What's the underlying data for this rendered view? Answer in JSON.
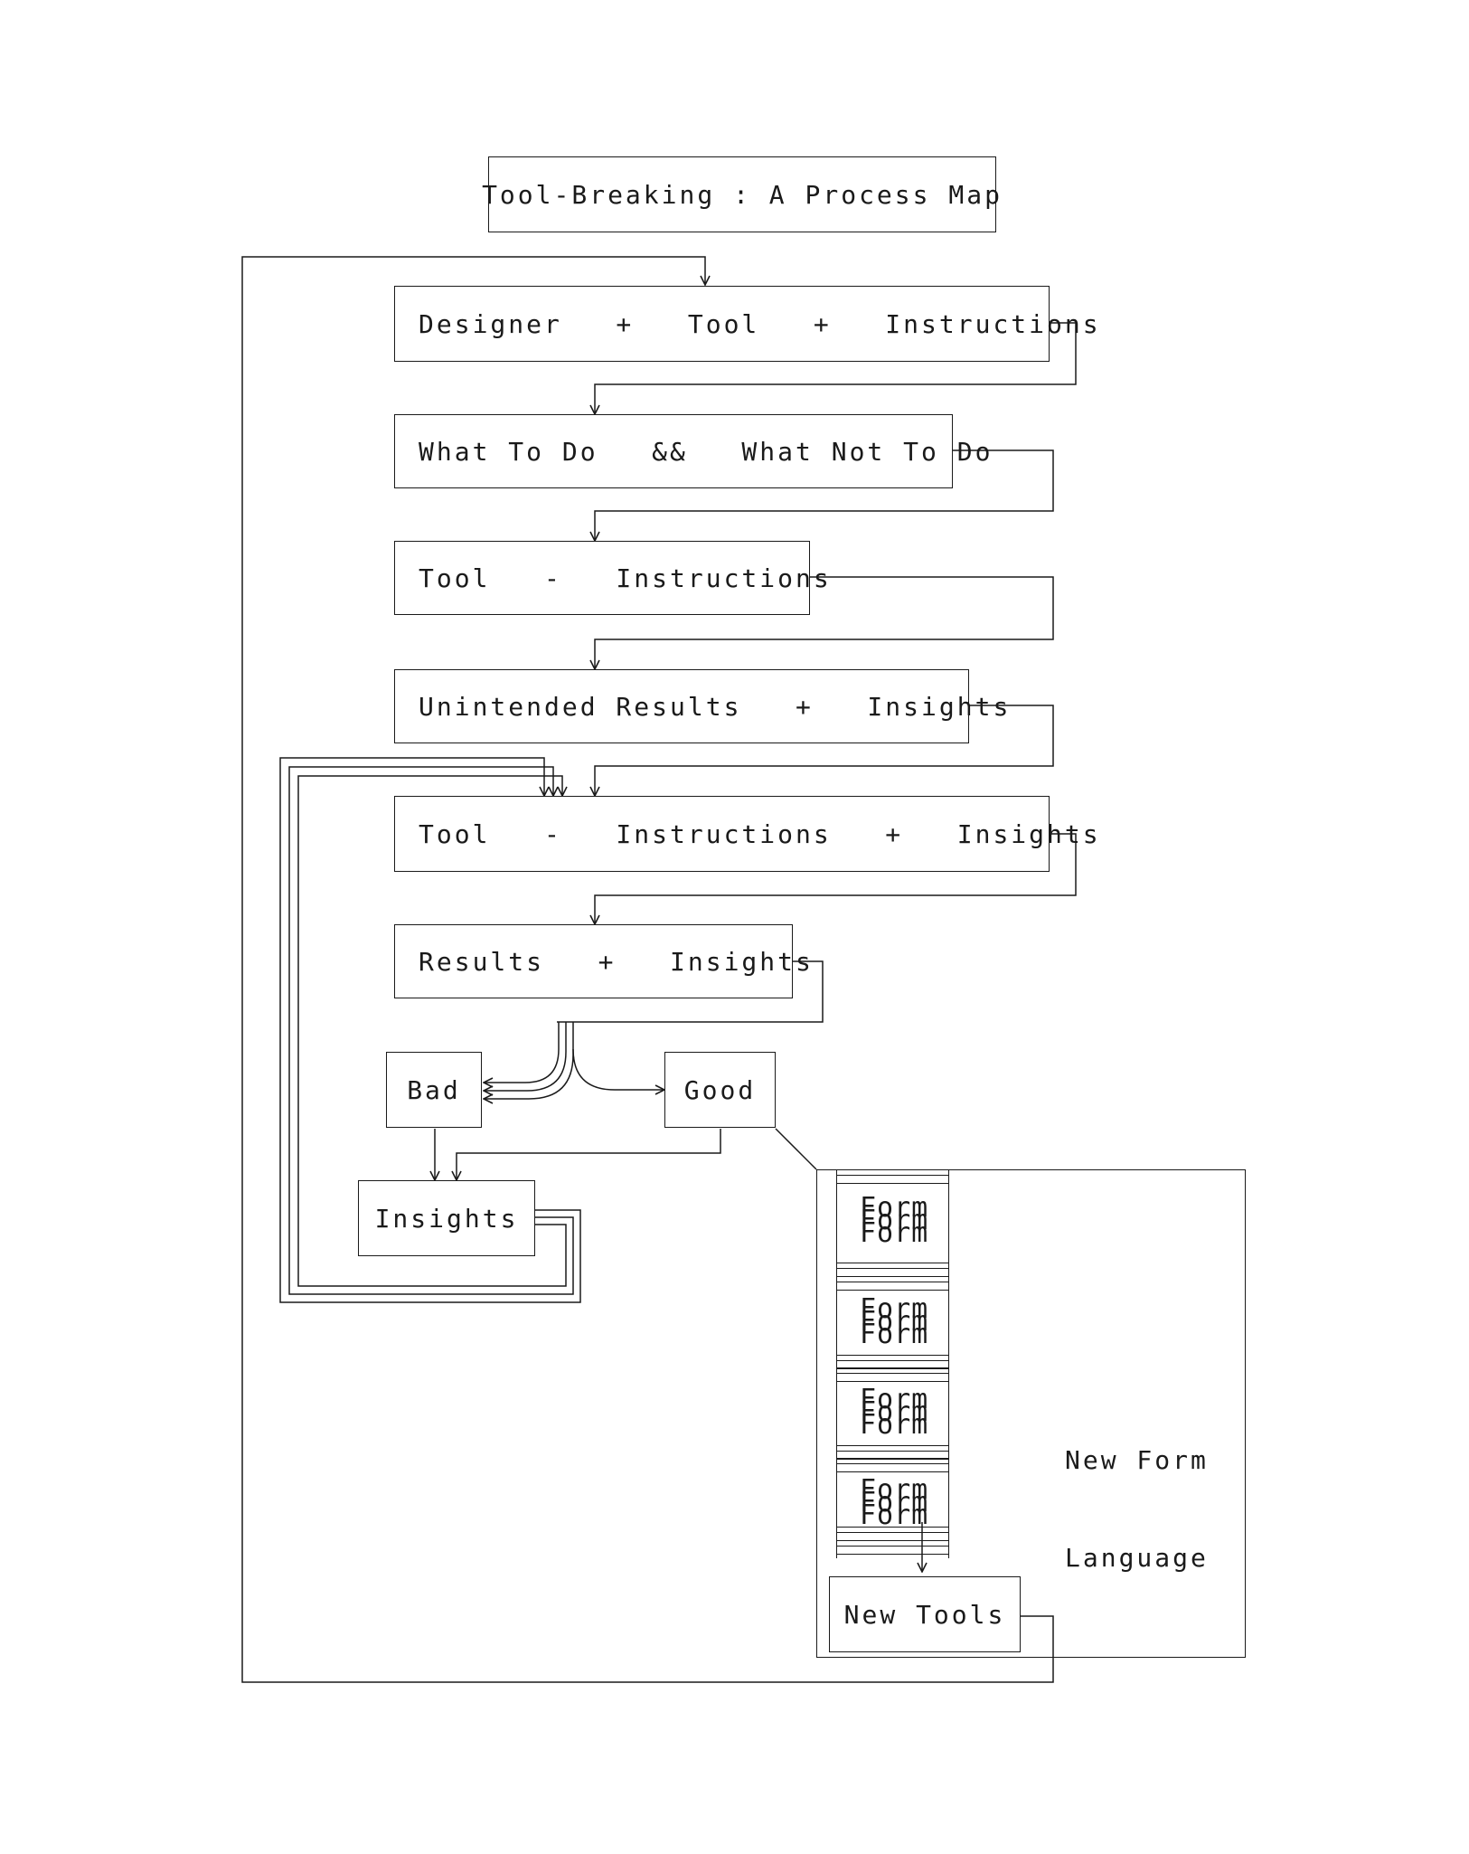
{
  "title": "Tool-Breaking : A Process Map",
  "steps": {
    "designer_tool_instructions": "Designer   +   Tool   +   Instructions",
    "what_to_do": "What To Do   &&   What Not To Do",
    "tool_minus_instructions": "Tool   -   Instructions",
    "unintended_results": "Unintended Results   +   Insights",
    "tool_instructions_insights": "Tool   -   Instructions   +   Insights",
    "results_insights": "Results   +   Insights",
    "bad": "Bad",
    "good": "Good",
    "insights": "Insights",
    "new_tools": "New Tools"
  },
  "new_form_language": {
    "line1": "New Form",
    "line2": "Language"
  },
  "form_word": "Form"
}
